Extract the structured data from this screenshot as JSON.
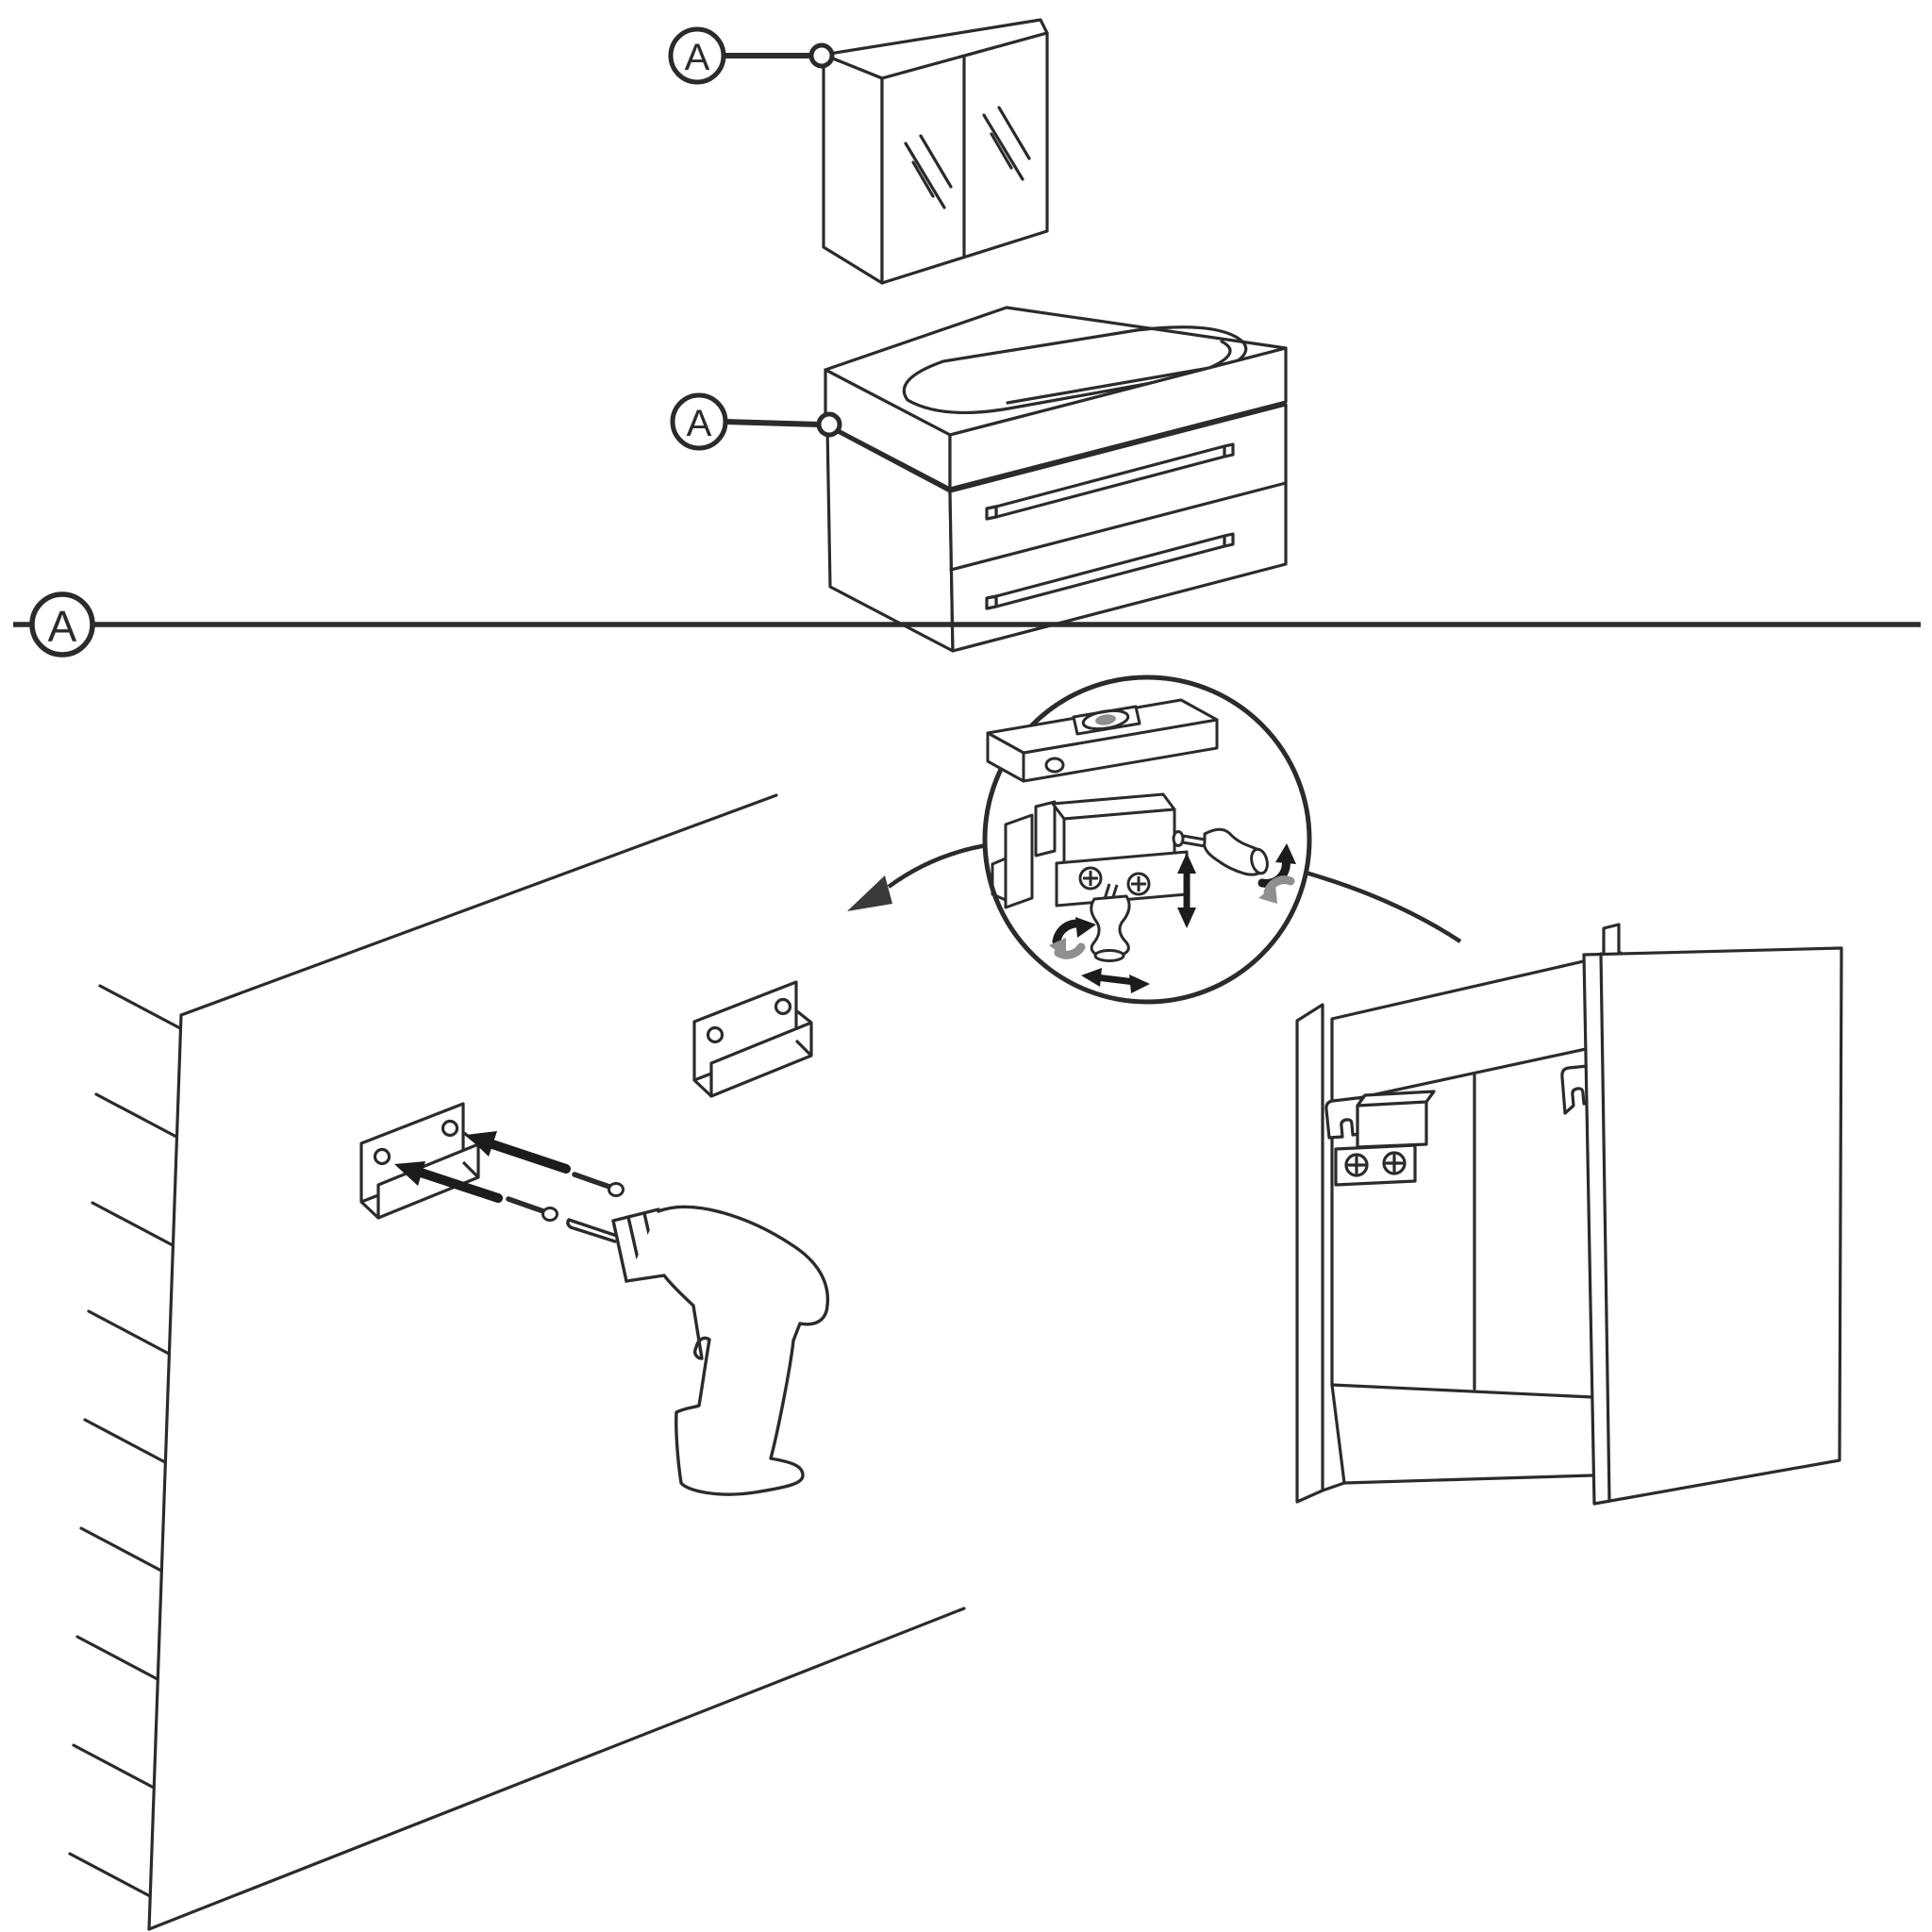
{
  "figure": {
    "kind": "assembly-instruction-diagram",
    "description": "Bathroom furniture wall-mounting instruction: mirror cabinet and vanity unit marked A, detail view of adjustable hanging bracket, wall rails screwed to wall with drill, cabinet rear with hanger fittings"
  },
  "labels": {
    "part_a_top": "A",
    "part_a_bottom": "A",
    "section_marker": "A"
  },
  "colors": {
    "line": "#2b2b2b",
    "arrow_black": "#1c1c1c",
    "arrow_gray": "#8f8f8f",
    "background": "#ffffff"
  },
  "parts": {
    "mirror_cabinet": "mirror-cabinet-two-doors",
    "vanity_cabinet": "vanity-unit-with-basin-and-two-drawers",
    "wall": "wall-with-hatching",
    "wall_rail_left": "wall-mounting-rail-with-screw-holes",
    "wall_rail_right": "wall-mounting-rail-with-screw-holes",
    "screws": "two-mounting-screws",
    "drill": "cordless-drill",
    "detail_circle": "magnified-hanging-bracket-adjustment",
    "spirit_level": "spirit-level",
    "hanger_bracket": "adjustable-cabinet-hanger",
    "screwdrivers": "height-and-depth-adjustment-screwdrivers",
    "cabinet_rear": "cabinet-rear-with-hanger-hooks"
  }
}
